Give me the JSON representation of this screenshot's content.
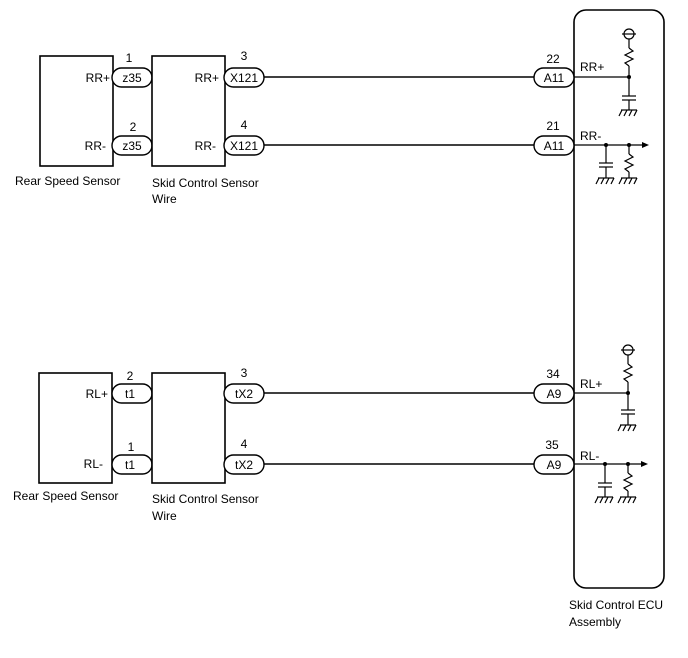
{
  "diagram": {
    "components": {
      "rear_sensor_right": {
        "caption": "Rear Speed Sensor",
        "pin_top": "RR+",
        "pin_bottom": "RR-"
      },
      "wire_right": {
        "caption_line1": "Skid Control Sensor",
        "caption_line2": "Wire",
        "pin_top": "RR+",
        "pin_bottom": "RR-"
      },
      "rear_sensor_left": {
        "caption": "Rear Speed Sensor",
        "pin_top": "RL+",
        "pin_bottom": "RL-"
      },
      "wire_left": {
        "caption_line1": "Skid Control Sensor",
        "caption_line2": "Wire"
      },
      "ecu": {
        "caption_line1": "Skid Control ECU",
        "caption_line2": "Assembly"
      }
    },
    "connectors": {
      "z35_top": {
        "label": "z35",
        "pin": "1"
      },
      "z35_bottom": {
        "label": "z35",
        "pin": "2"
      },
      "x121_top": {
        "label": "X121",
        "pin": "3"
      },
      "x121_bottom": {
        "label": "X121",
        "pin": "4"
      },
      "a11_top": {
        "label": "A11",
        "pin": "22"
      },
      "a11_bottom": {
        "label": "A11",
        "pin": "21"
      },
      "t1_top": {
        "label": "t1",
        "pin": "2"
      },
      "t1_bottom": {
        "label": "t1",
        "pin": "1"
      },
      "tx2_top": {
        "label": "tX2",
        "pin": "3"
      },
      "tx2_bottom": {
        "label": "tX2",
        "pin": "4"
      },
      "a9_top": {
        "label": "A9",
        "pin": "34"
      },
      "a9_bottom": {
        "label": "A9",
        "pin": "35"
      }
    },
    "ecu_terminals": {
      "rr_plus": "RR+",
      "rr_minus": "RR-",
      "rl_plus": "RL+",
      "rl_minus": "RL-"
    }
  }
}
